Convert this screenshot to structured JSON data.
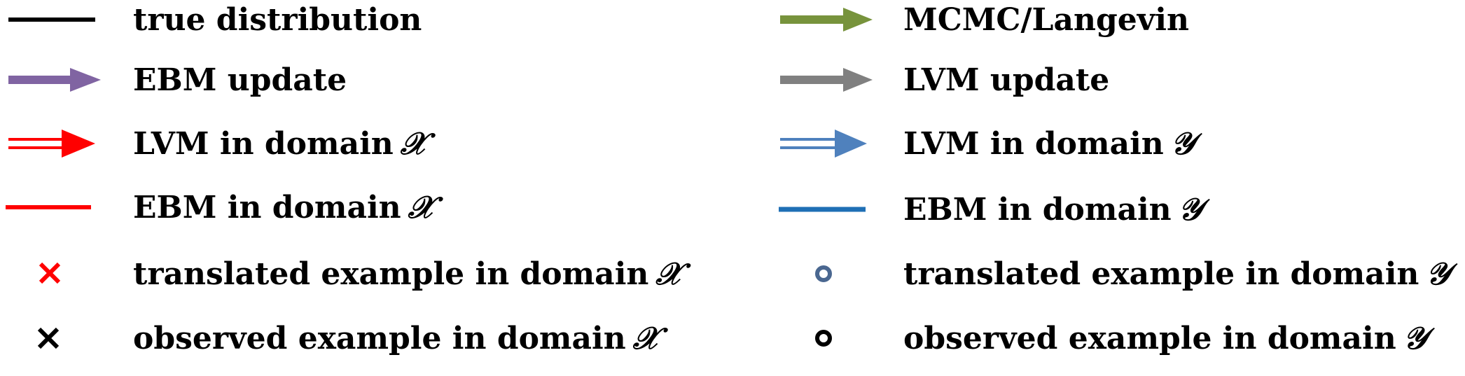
{
  "legend": {
    "left_column": [
      {
        "symbol": "black-line-icon",
        "text": "true distribution",
        "math": ""
      },
      {
        "symbol": "purple-arrow-icon",
        "text": "EBM update",
        "math": ""
      },
      {
        "symbol": "red-double-arrow-icon",
        "text": "LVM in domain",
        "math": "𝒳"
      },
      {
        "symbol": "red-line-icon",
        "text": "EBM in domain",
        "math": "𝒳"
      },
      {
        "symbol": "red-cross-icon",
        "text": "translated example in domain",
        "math": "𝒳"
      },
      {
        "symbol": "black-cross-icon",
        "text": "observed example in domain",
        "math": "𝒳"
      }
    ],
    "right_column": [
      {
        "symbol": "green-arrow-icon",
        "text": "MCMC/Langevin",
        "math": ""
      },
      {
        "symbol": "gray-arrow-icon",
        "text": "LVM update",
        "math": ""
      },
      {
        "symbol": "blue-double-arrow-icon",
        "text": "LVM in domain",
        "math": "𝒴"
      },
      {
        "symbol": "blue-line-icon",
        "text": "EBM in domain",
        "math": "𝒴"
      },
      {
        "symbol": "blue-circle-icon",
        "text": "translated example in domain",
        "math": "𝒴"
      },
      {
        "symbol": "black-circle-icon",
        "text": "observed example in domain",
        "math": "𝒴"
      }
    ]
  },
  "colors": {
    "black": "#000000",
    "purple": "#8064a2",
    "red": "#ff0000",
    "green": "#77933c",
    "gray": "#808080",
    "blue_arrow": "#4f81bd",
    "blue_line": "#1f6fb5",
    "blue_circle": "#4a6790"
  }
}
